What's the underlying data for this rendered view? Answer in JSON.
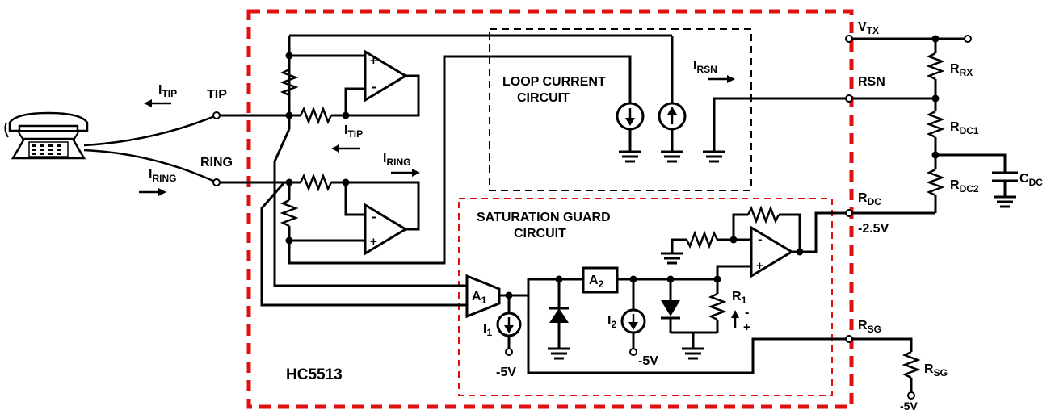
{
  "chip": {
    "name": "HC5513"
  },
  "blocks": {
    "loop_current": [
      "LOOP CURRENT",
      "CIRCUIT"
    ],
    "saturation_guard": [
      "SATURATION GUARD",
      "CIRCUIT"
    ]
  },
  "pins": {
    "tip": "TIP",
    "ring": "RING",
    "vtx": {
      "base": "V",
      "sub": "TX"
    },
    "rsn": "RSN",
    "rdc": {
      "base": "R",
      "sub": "DC"
    },
    "rdc_voltage": "-2.5V",
    "rsg": {
      "base": "R",
      "sub": "SG"
    }
  },
  "currents": {
    "itip_left": {
      "base": "I",
      "sub": "TIP"
    },
    "itip_inner": {
      "base": "I",
      "sub": "TIP"
    },
    "iring_left": {
      "base": "I",
      "sub": "RING"
    },
    "iring_inner": {
      "base": "I",
      "sub": "RING"
    },
    "irsn": {
      "base": "I",
      "sub": "RSN"
    },
    "i1": {
      "base": "I",
      "sub": "1"
    },
    "i2": {
      "base": "I",
      "sub": "2"
    }
  },
  "amplifiers": {
    "a1": {
      "base": "A",
      "sub": "1"
    },
    "a2": {
      "base": "A",
      "sub": "2"
    }
  },
  "op_amp_signs": {
    "plus": "+",
    "minus": "-"
  },
  "components": {
    "rrx": {
      "base": "R",
      "sub": "RX"
    },
    "rdc1": {
      "base": "R",
      "sub": "DC1"
    },
    "rdc2": {
      "base": "R",
      "sub": "DC2"
    },
    "cdc": {
      "base": "C",
      "sub": "DC"
    },
    "rsg_ext": {
      "base": "R",
      "sub": "SG"
    },
    "r1": {
      "base": "R",
      "sub": "1"
    }
  },
  "supplies": {
    "neg5": "-5V"
  }
}
